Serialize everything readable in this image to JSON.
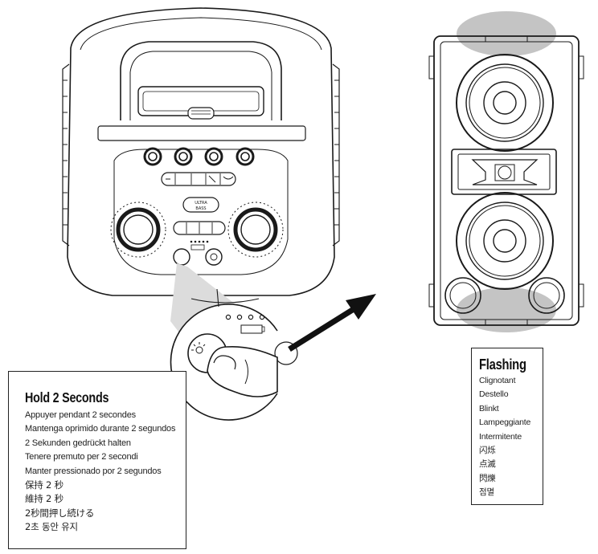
{
  "hold_caption": {
    "title": "Hold 2 Seconds",
    "translations": [
      "Appuyer pendant 2 secondes",
      "Mantenga oprimido durante 2 segundos",
      "2 Sekunden gedrückt halten",
      "Tenere premuto per 2 secondi",
      "Manter pressionado por 2 segundos",
      "保持 2 秒",
      "維持 2 秒",
      "2秒間押し続ける",
      "2초 동안 유지"
    ]
  },
  "flash_caption": {
    "title": "Flashing",
    "translations": [
      "Clignotant",
      "Destello",
      "Blinkt",
      "Lampeggiante",
      "Intermitente",
      "闪烁",
      "点滅",
      "閃爍",
      "점멸"
    ]
  },
  "device_labels": {
    "ultra_bass": "ULTRA\nBASS"
  },
  "colors": {
    "line": "#1a1a1a",
    "highlight": "#c4c4c4",
    "zoom_cone": "#d9d9d9"
  }
}
